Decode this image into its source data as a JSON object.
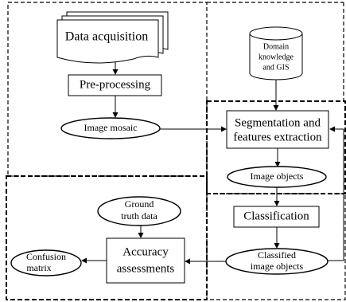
{
  "nodes": {
    "data_acquisition": "Data acquisition",
    "pre_processing": "Pre-processing",
    "image_mosaic": "Image mosaic",
    "domain_knowledge": [
      "Domain",
      "knowledge",
      "and GIS"
    ],
    "segmentation": [
      "Segmentation and",
      "features extraction"
    ],
    "image_objects": "Image objects",
    "classification": "Classification",
    "classified_image_objects": [
      "Classified",
      "image objects"
    ],
    "ground_truth": [
      "Ground",
      "truth data"
    ],
    "accuracy": [
      "Accuracy",
      "assessments"
    ],
    "confusion_matrix": [
      "Confusion",
      "matrix"
    ]
  }
}
